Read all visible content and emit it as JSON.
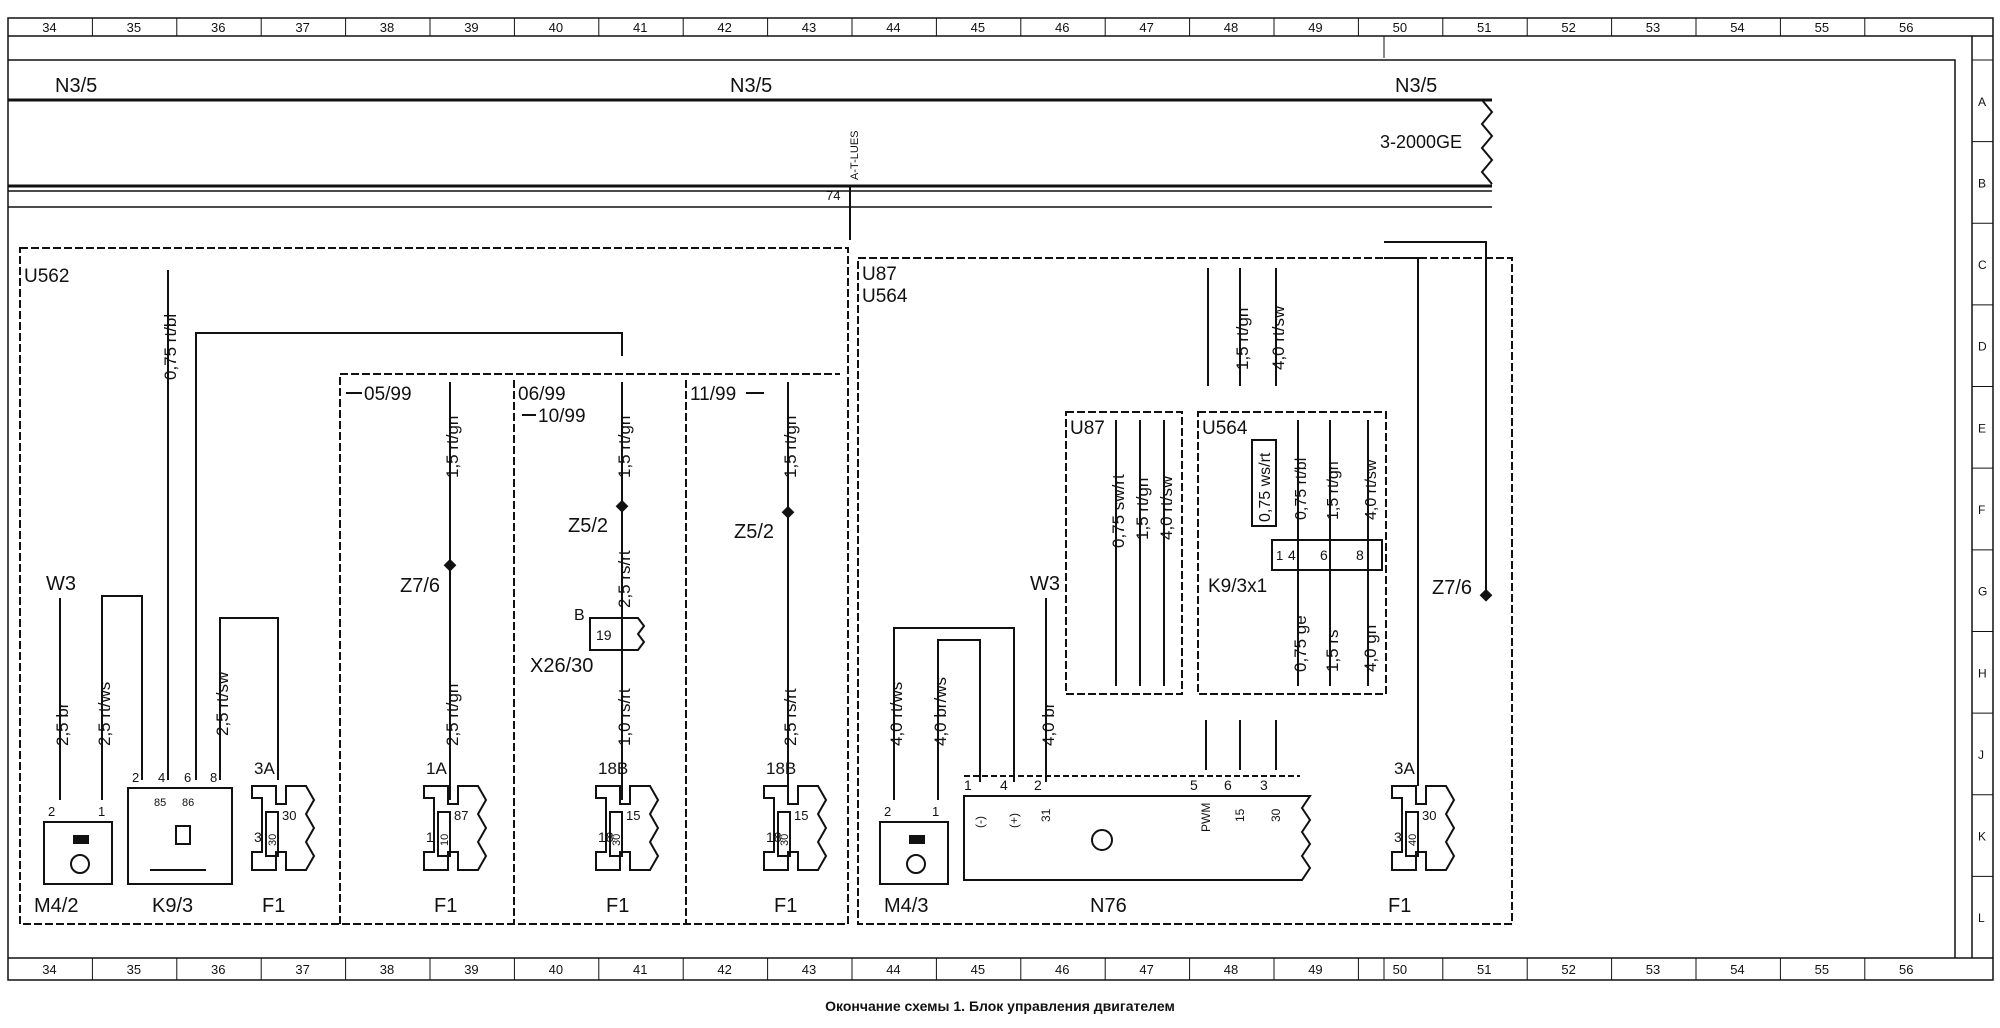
{
  "caption": "Окончание схемы 1. Блок управления двигателем",
  "grid": {
    "columns": [
      "34",
      "35",
      "36",
      "37",
      "38",
      "39",
      "40",
      "41",
      "42",
      "43",
      "44",
      "45",
      "46",
      "47",
      "48",
      "49",
      "50",
      "51",
      "52",
      "53",
      "54",
      "55",
      "56"
    ],
    "rows": [
      "A",
      "B",
      "C",
      "D",
      "E",
      "F",
      "G",
      "H",
      "J",
      "K",
      "L"
    ]
  },
  "bus": {
    "left": "N3/5",
    "center": "N3/5",
    "right": "N3/5",
    "model": "3-2000GE",
    "connector_label": "A-T-LUES",
    "connector_pin": "74"
  },
  "modules": {
    "u562": "U562",
    "u87": "U87",
    "u564": "U564"
  },
  "date_sections": [
    {
      "id": "0599",
      "label": "05/99"
    },
    {
      "id": "0699",
      "label": "06/99"
    },
    {
      "id": "1099",
      "label": "10/99"
    },
    {
      "id": "1199",
      "label": "11/99"
    }
  ],
  "wires": {
    "w_0_75_rt_bl": "0,75 rt/bl",
    "w_2_5_br": "2,5 br",
    "w_2_5_rt_ws": "2,5 rt/ws",
    "w_2_5_rt_sw": "2,5 rt/sw",
    "w_1_5_rt_gn_a": "1,5 rt/gn",
    "w_2_5_rt_gn": "2,5 rt/gn",
    "w_1_5_rt_gn_b": "1,5 rt/gn",
    "w_2_5_rs_rt_a": "2,5 rs/rt",
    "w_1_0_rs_rt": "1,0 rs/rt",
    "w_1_5_rt_gn_c": "1,5 rt/gn",
    "w_2_5_rs_rt_b": "2,5 rs/rt",
    "w_4_0_rt_ws": "4,0 rt/ws",
    "w_4_0_br_ws": "4,0 br/ws",
    "w_4_0_br": "4,0 br",
    "w_1_5_rt_gn_top": "1,5 rt/gn",
    "w_4_0_rt_sw_top": "4,0 rt/sw",
    "w_0_75_sw_rt": "0,75 sw/rt",
    "w_1_5_rt_gn_u87": "1,5 rt/gn",
    "w_4_0_rt_sw_u87": "4,0 rt/sw",
    "w_0_75_ws_rt": "0,75 ws/rt",
    "w_0_75_rt_bl_u564": "0,75 rt/bl",
    "w_1_5_rt_gn_u564": "1,5 rt/gn",
    "w_4_0_rt_sw_u564": "4,0 rt/sw",
    "w_0_75_ge": "0,75 ge",
    "w_1_5_rs": "1,5 rs",
    "w_4_0_gn": "4,0 gn"
  },
  "components": {
    "w3_left": "W3",
    "w3_right": "W3",
    "z7_6_a": "Z7/6",
    "z7_6_b": "Z7/6",
    "z5_2_a": "Z5/2",
    "z5_2_b": "Z5/2",
    "x26_30": "X26/30",
    "x26_30_pin": "B",
    "x26_30_num": "19",
    "k9_3x1": "K9/3x1",
    "m4_2": "M4/2",
    "k9_3": "K9/3",
    "f1_1": "F1",
    "f1_2": "F1",
    "f1_3": "F1",
    "f1_4": "F1",
    "m4_3": "M4/3",
    "n76": "N76",
    "f1_5": "F1"
  },
  "fuses": [
    {
      "id": "f1",
      "label": "3A",
      "num": "3",
      "rating": "30",
      "term": "30"
    },
    {
      "id": "f2",
      "label": "1A",
      "num": "1",
      "rating": "10",
      "term": "87"
    },
    {
      "id": "f3",
      "label": "18B",
      "num": "18",
      "rating": "30",
      "term": "15"
    },
    {
      "id": "f4",
      "label": "18B",
      "num": "18",
      "rating": "30",
      "term": "15"
    },
    {
      "id": "f5",
      "label": "3A",
      "num": "3",
      "rating": "40",
      "term": "30"
    }
  ],
  "pins": {
    "m42": [
      "2",
      "1"
    ],
    "k93": [
      "2",
      "4",
      "6",
      "8"
    ],
    "k93_relay": [
      "85",
      "86"
    ],
    "m43": [
      "2",
      "1"
    ],
    "n76_left": [
      "1",
      "4",
      "2"
    ],
    "n76_left_sig": [
      "(-)",
      "(+)",
      "31"
    ],
    "n76_right": [
      "5",
      "6",
      "3"
    ],
    "n76_right_sig": [
      "PWM",
      "15",
      "30"
    ],
    "k93x1": [
      "4",
      "6",
      "8"
    ],
    "k93x1_first": "1"
  }
}
